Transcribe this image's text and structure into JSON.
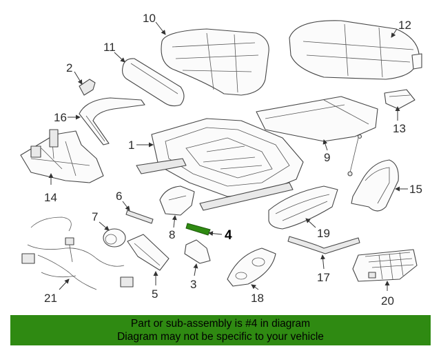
{
  "diagram": {
    "labels": {
      "p1": "1",
      "p2": "2",
      "p3": "3",
      "p4": "4",
      "p5": "5",
      "p6": "6",
      "p7": "7",
      "p8": "8",
      "p9": "9",
      "p10": "10",
      "p11": "11",
      "p12": "12",
      "p13": "13",
      "p14": "14",
      "p15": "15",
      "p16": "16",
      "p17": "17",
      "p18": "18",
      "p19": "19",
      "p20": "20",
      "p21": "21"
    },
    "highlighted_part": "4",
    "highlight_color": "#2f8a12"
  },
  "caption": {
    "line1": "Part or sub-assembly is #4 in diagram",
    "line2": "Diagram may not be specific to your vehicle",
    "background": "#2f8a12"
  }
}
